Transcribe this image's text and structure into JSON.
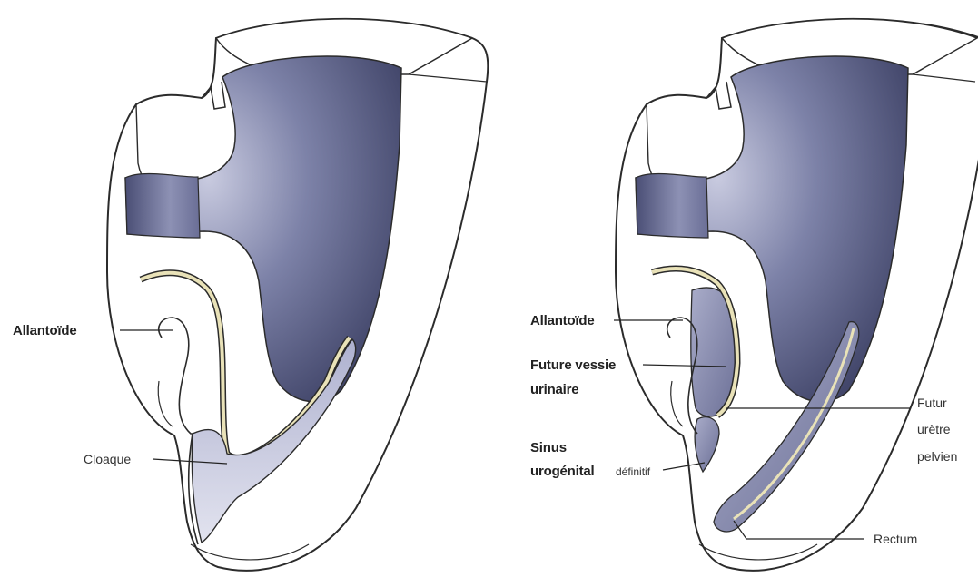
{
  "left_panel": {
    "labels": {
      "allantoide": "Allantoïde",
      "cloaque": "Cloaque"
    }
  },
  "right_panel": {
    "labels": {
      "allantoide": "Allantoïde",
      "future_vessie_line1": "Future vessie",
      "future_vessie_line2": "urinaire",
      "sinus_line1": "Sinus",
      "sinus_line2": "urogénital",
      "sinus_line2_suffix": "définitif",
      "futur_uretre_line1": "Futur",
      "futur_uretre_line2": "urètre",
      "futur_uretre_line3": "pelvien",
      "rectum": "Rectum"
    }
  },
  "colors": {
    "hindgut_fill": "#5a5f86",
    "epithelium_band": "#e9e2b8",
    "outline": "#2b2b2b"
  }
}
